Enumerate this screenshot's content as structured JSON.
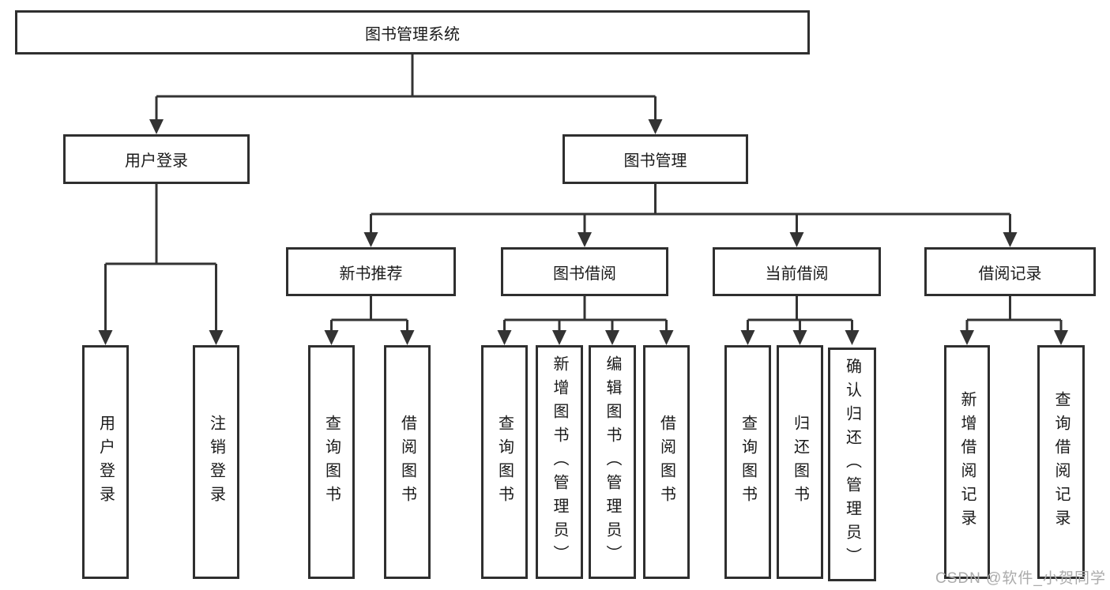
{
  "diagram_title": "图书管理系统",
  "tree": {
    "label": "图书管理系统",
    "children": [
      {
        "label": "用户登录",
        "children": [
          {
            "label": "用户登录"
          },
          {
            "label": "注销登录"
          }
        ]
      },
      {
        "label": "图书管理",
        "children": [
          {
            "label": "新书推荐",
            "children": [
              {
                "label": "查询图书"
              },
              {
                "label": "借阅图书"
              }
            ]
          },
          {
            "label": "图书借阅",
            "children": [
              {
                "label": "查询图书"
              },
              {
                "label": "新增图书（管理员）"
              },
              {
                "label": "编辑图书（管理员）"
              },
              {
                "label": "借阅图书"
              }
            ]
          },
          {
            "label": "当前借阅",
            "children": [
              {
                "label": "查询图书"
              },
              {
                "label": "归还图书"
              },
              {
                "label": "确认归还（管理员）"
              }
            ]
          },
          {
            "label": "借阅记录",
            "children": [
              {
                "label": "新增借阅记录"
              },
              {
                "label": "查询借阅记录"
              }
            ]
          }
        ]
      }
    ]
  },
  "watermark": {
    "text": "CSDN @软件_小贺同学"
  },
  "colors": {
    "line": "#333333",
    "box_border": "#2f2f2f",
    "box_fill": "#ffffff",
    "text": "#1a1a1a",
    "watermark": "#ababab",
    "background": "#ffffff"
  }
}
